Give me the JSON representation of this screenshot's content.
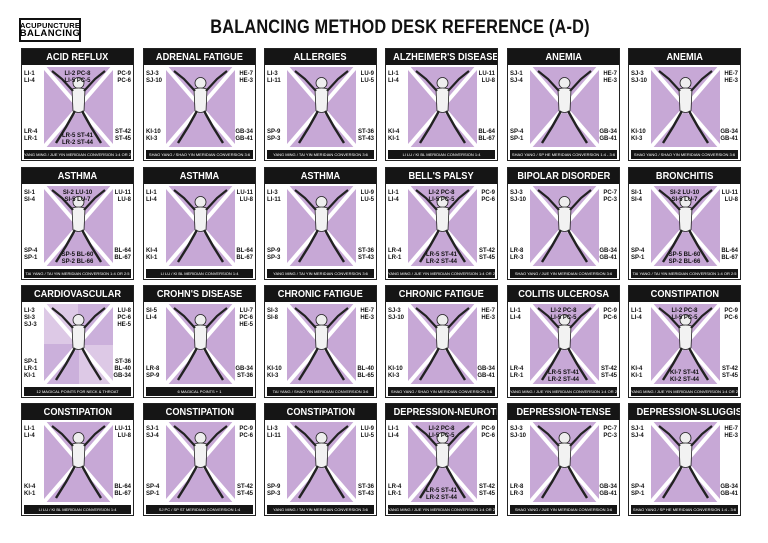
{
  "logo": {
    "line1": "ACUPUNCTURE",
    "line2": "BALANCING"
  },
  "title": "BALANCING METHOD DESK REFERENCE (A-D)",
  "cards": [
    {
      "title": "ACID REFLUX",
      "ul": [
        "LI-1",
        "LI-4"
      ],
      "ur": [
        "PC-9",
        "PC-6"
      ],
      "ll": [
        "LR-4",
        "LR-1"
      ],
      "lr": [
        "ST-42",
        "ST-45"
      ],
      "mt": [
        "LI-2  PC-8",
        "LI-5  PC-5"
      ],
      "mb": [
        "LR-5  ST-41",
        "LR-2  ST-44"
      ],
      "footer": "YANG MING / JUE YIN MERIDIAN CONVERSION 1:4 OR 2:5"
    },
    {
      "title": "ADRENAL FATIGUE",
      "ul": [
        "SJ-3",
        "SJ-10"
      ],
      "ur": [
        "HE-7",
        "HE-3"
      ],
      "ll": [
        "KI-10",
        "KI-3"
      ],
      "lr": [
        "GB-34",
        "GB-41"
      ],
      "mt": [],
      "mb": [],
      "footer": "SHAO YANG / SHAO YIN MERIDIAN CONVERSION 3:6"
    },
    {
      "title": "ALLERGIES",
      "ul": [
        "LI-3",
        "LI-11"
      ],
      "ur": [
        "LU-9",
        "LU-5"
      ],
      "ll": [
        "SP-9",
        "SP-3"
      ],
      "lr": [
        "ST-36",
        "ST-43"
      ],
      "mt": [],
      "mb": [],
      "footer": "YANG MING / TAI YIN MERIDIAN CONVERSION 3:6"
    },
    {
      "title": "ALZHEIMER'S DISEASE",
      "ul": [
        "LI-1",
        "LI-4"
      ],
      "ur": [
        "LU-11",
        "LU-8"
      ],
      "ll": [
        "KI-4",
        "KI-1"
      ],
      "lr": [
        "BL-64",
        "BL-67"
      ],
      "mt": [],
      "mb": [],
      "footer": "LI LU / KI BL MERIDIAN CONVERSION 1:4"
    },
    {
      "title": "ANEMIA",
      "ul": [
        "SJ-1",
        "SJ-4"
      ],
      "ur": [
        "HE-7",
        "HE-3"
      ],
      "ll": [
        "SP-4",
        "SP-1"
      ],
      "lr": [
        "GB-34",
        "GB-41"
      ],
      "mt": [],
      "mb": [],
      "footer": "SHAO YANG / SP HE MERIDIAN CONVERSION 1:4 - 3:6"
    },
    {
      "title": "ANEMIA",
      "ul": [
        "SJ-3",
        "SJ-10"
      ],
      "ur": [
        "HE-7",
        "HE-3"
      ],
      "ll": [
        "KI-10",
        "KI-3"
      ],
      "lr": [
        "GB-34",
        "GB-41"
      ],
      "mt": [],
      "mb": [],
      "footer": "SHAO YANG / SHAO YIN MERIDIAN CONVERSION 3:6"
    },
    {
      "title": "ASTHMA",
      "ul": [
        "SI-1",
        "SI-4"
      ],
      "ur": [
        "LU-11",
        "LU-8"
      ],
      "ll": [
        "SP-4",
        "SP-1"
      ],
      "lr": [
        "BL-64",
        "BL-67"
      ],
      "mt": [
        "SI-2  LU-10",
        "SI-5  LU-7"
      ],
      "mb": [
        "SP-5  BL-60",
        "SP-2  BL-66"
      ],
      "footer": "TAI YANG / TAI YIN MERIDIAN CONVERSION 1:4 OR 2:5"
    },
    {
      "title": "ASTHMA",
      "ul": [
        "LI-1",
        "LI-4"
      ],
      "ur": [
        "LU-11",
        "LU-8"
      ],
      "ll": [
        "KI-4",
        "KI-1"
      ],
      "lr": [
        "BL-64",
        "BL-67"
      ],
      "mt": [],
      "mb": [],
      "footer": "LI LU / KI BL MERIDIAN CONVERSION 1:4"
    },
    {
      "title": "ASTHMA",
      "ul": [
        "LI-3",
        "LI-11"
      ],
      "ur": [
        "LU-9",
        "LU-5"
      ],
      "ll": [
        "SP-9",
        "SP-3"
      ],
      "lr": [
        "ST-36",
        "ST-43"
      ],
      "mt": [],
      "mb": [],
      "footer": "YANG MING / TAI YIN MERIDIAN CONVERSION 3:6"
    },
    {
      "title": "BELL'S PALSY",
      "ul": [
        "LI-1",
        "LI-4"
      ],
      "ur": [
        "PC-9",
        "PC-6"
      ],
      "ll": [
        "LR-4",
        "LR-1"
      ],
      "lr": [
        "ST-42",
        "ST-45"
      ],
      "mt": [
        "LI-2  PC-8",
        "LI-5  PC-5"
      ],
      "mb": [
        "LR-5  ST-41",
        "LR-2  ST-44"
      ],
      "footer": "YANG MING / JUE YIN MERIDIAN CONVERSION 1:4 OR 2:5"
    },
    {
      "title": "BIPOLAR DISORDER",
      "ul": [
        "SJ-3",
        "SJ-10"
      ],
      "ur": [
        "PC-7",
        "PC-3"
      ],
      "ll": [
        "LR-8",
        "LR-3"
      ],
      "lr": [
        "GB-34",
        "GB-41"
      ],
      "mt": [],
      "mb": [],
      "footer": "SHAO YANG / JUE YIN MERIDIAN CONVERSION 3:6"
    },
    {
      "title": "BRONCHITIS",
      "ul": [
        "SI-1",
        "SI-4"
      ],
      "ur": [
        "LU-11",
        "LU-8"
      ],
      "ll": [
        "SP-4",
        "SP-1"
      ],
      "lr": [
        "BL-64",
        "BL-67"
      ],
      "mt": [
        "SI-2  LU-10",
        "SI-5  LU-7"
      ],
      "mb": [
        "SP-5  BL-60",
        "SP-2  BL-66"
      ],
      "footer": "TAI YANG / TAI YIN MERIDIAN CONVERSION 1:4 OR 2:5"
    },
    {
      "title": "CARDIOVASCULAR",
      "ul": [
        "LI-3",
        "SI-3",
        "SJ-3"
      ],
      "ur": [
        "LU-8",
        "PC-6",
        "HE-5"
      ],
      "ll": [
        "SP-1",
        "LR-1",
        "KI-1"
      ],
      "lr": [
        "ST-36",
        "BL-40",
        "GB-34"
      ],
      "mt": [],
      "mb": [],
      "footer": "12 MAGICAL POINTS FOR NECK & THROAT"
    },
    {
      "title": "CROHN'S DISEASE",
      "ul": [
        "SI-5",
        "LI-4"
      ],
      "ur": [
        "LU-7",
        "PC-6",
        "HE-5"
      ],
      "ll": [
        "LR-8",
        "SP-9"
      ],
      "lr": [
        "GB-34",
        "ST-36"
      ],
      "mt": [],
      "mb": [],
      "footer": "6 MAGICAL POINTS + 1"
    },
    {
      "title": "CHRONIC FATIGUE",
      "ul": [
        "SI-3",
        "SI-8"
      ],
      "ur": [
        "HE-7",
        "HE-3"
      ],
      "ll": [
        "KI-10",
        "KI-3"
      ],
      "lr": [
        "BL-40",
        "BL-65"
      ],
      "mt": [],
      "mb": [],
      "footer": "TAI YANG / SHAO YIN MERIDIAN CONVERSION 3:6"
    },
    {
      "title": "CHRONIC FATIGUE",
      "ul": [
        "SJ-3",
        "SJ-10"
      ],
      "ur": [
        "HE-7",
        "HE-3"
      ],
      "ll": [
        "KI-10",
        "KI-3"
      ],
      "lr": [
        "GB-34",
        "GB-41"
      ],
      "mt": [],
      "mb": [],
      "footer": "SHAO YANG / SHAO YIN MERIDIAN CONVERSION 3:6"
    },
    {
      "title": "COLITIS ULCEROSA",
      "ul": [
        "LI-1",
        "LI-4"
      ],
      "ur": [
        "PC-9",
        "PC-6"
      ],
      "ll": [
        "LR-4",
        "LR-1"
      ],
      "lr": [
        "ST-42",
        "ST-45"
      ],
      "mt": [
        "LI-2  PC-8",
        "LI-5  PC-5"
      ],
      "mb": [
        "LR-5  ST-41",
        "LR-2  ST-44"
      ],
      "footer": "YANG MING / JUE YIN MERIDIAN CONVERSION 1:4 OR 2:5"
    },
    {
      "title": "CONSTIPATION",
      "ul": [
        "LI-1",
        "LI-4"
      ],
      "ur": [
        "PC-9",
        "PC-6"
      ],
      "ll": [
        "KI-4",
        "KI-1"
      ],
      "lr": [
        "ST-42",
        "ST-45"
      ],
      "mt": [
        "LI-2  PC-8",
        "LI-5  PC-5"
      ],
      "mb": [
        "KI-7  ST-41",
        "KI-2  ST-44"
      ],
      "footer": "YANG MING / JUE YIN MERIDIAN CONVERSION 1:4 OR 2:5"
    },
    {
      "title": "CONSTIPATION",
      "ul": [
        "LI-1",
        "LI-4"
      ],
      "ur": [
        "LU-11",
        "LU-8"
      ],
      "ll": [
        "KI-4",
        "KI-1"
      ],
      "lr": [
        "BL-64",
        "BL-67"
      ],
      "mt": [],
      "mb": [],
      "footer": "LI LU / KI BL MERIDIAN CONVERSION 1:4"
    },
    {
      "title": "CONSTIPATION",
      "ul": [
        "SJ-1",
        "SJ-4"
      ],
      "ur": [
        "PC-9",
        "PC-6"
      ],
      "ll": [
        "SP-4",
        "SP-1"
      ],
      "lr": [
        "ST-42",
        "ST-45"
      ],
      "mt": [],
      "mb": [],
      "footer": "SJ PC / SP ST MERIDIAN CONVERSION 1:4"
    },
    {
      "title": "CONSTIPATION",
      "ul": [
        "LI-3",
        "LI-11"
      ],
      "ur": [
        "LU-9",
        "LU-5"
      ],
      "ll": [
        "SP-9",
        "SP-3"
      ],
      "lr": [
        "ST-36",
        "ST-43"
      ],
      "mt": [],
      "mb": [],
      "footer": "YANG MING / TAI YIN MERIDIAN CONVERSION 3:6"
    },
    {
      "title": "DEPRESSION-NEUROTIC",
      "ul": [
        "LI-1",
        "LI-4"
      ],
      "ur": [
        "PC-9",
        "PC-6"
      ],
      "ll": [
        "LR-4",
        "LR-1"
      ],
      "lr": [
        "ST-42",
        "ST-45"
      ],
      "mt": [
        "LI-2  PC-8",
        "LI-5  PC-5"
      ],
      "mb": [
        "LR-5  ST-41",
        "LR-2  ST-44"
      ],
      "footer": "YANG MING / JUE YIN MERIDIAN CONVERSION 1:4 OR 2:5"
    },
    {
      "title": "DEPRESSION-TENSE",
      "ul": [
        "SJ-3",
        "SJ-10"
      ],
      "ur": [
        "PC-7",
        "PC-3"
      ],
      "ll": [
        "LR-8",
        "LR-3"
      ],
      "lr": [
        "GB-34",
        "GB-41"
      ],
      "mt": [],
      "mb": [],
      "footer": "SHAO YANG / JUE YIN MERIDIAN CONVERSION 3:6"
    },
    {
      "title": "DEPRESSION-SLUGGISH",
      "ul": [
        "SJ-1",
        "SJ-4"
      ],
      "ur": [
        "HE-7",
        "HE-3"
      ],
      "ll": [
        "SP-4",
        "SP-1"
      ],
      "lr": [
        "GB-34",
        "GB-41"
      ],
      "mt": [],
      "mb": [],
      "footer": "SHAO YANG / SP HE MERIDIAN CONVERSION 1:4 - 3:6"
    }
  ]
}
